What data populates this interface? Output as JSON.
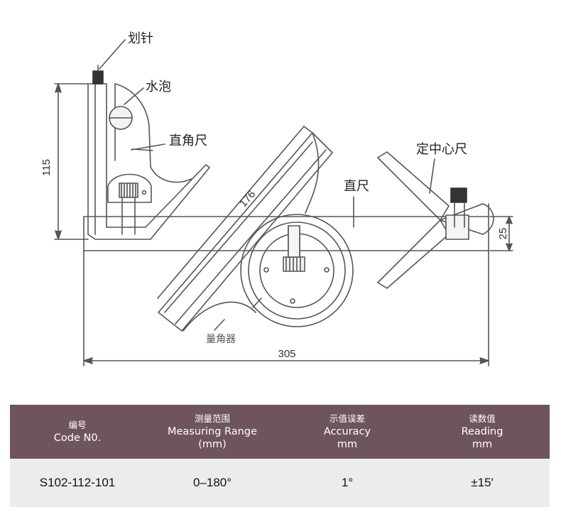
{
  "drawing": {
    "labels": {
      "scriber": "划针",
      "bubble": "水泡",
      "square_head": "直角尺",
      "center_head": "定中心尺",
      "ruler": "直尺",
      "protractor": "量角器"
    },
    "dimensions": {
      "height": "115",
      "blade_length": "176",
      "thickness": "25",
      "overall_length": "305"
    }
  },
  "table": {
    "headers": [
      {
        "zh": "编号",
        "en": [
          "Code N0."
        ]
      },
      {
        "zh": "测量范围",
        "en": [
          "Measuring Range",
          "(mm)"
        ]
      },
      {
        "zh": "示值误差",
        "en": [
          "Accuracy",
          "mm"
        ]
      },
      {
        "zh": "读数值",
        "en": [
          "Reading",
          "mm"
        ]
      }
    ],
    "rows": [
      [
        "S102-112-101",
        "0–180°",
        "1°",
        "±15′"
      ]
    ]
  },
  "colors": {
    "header_bg": "#6e555b",
    "row_bg": "#ececec",
    "line": "#555555"
  }
}
